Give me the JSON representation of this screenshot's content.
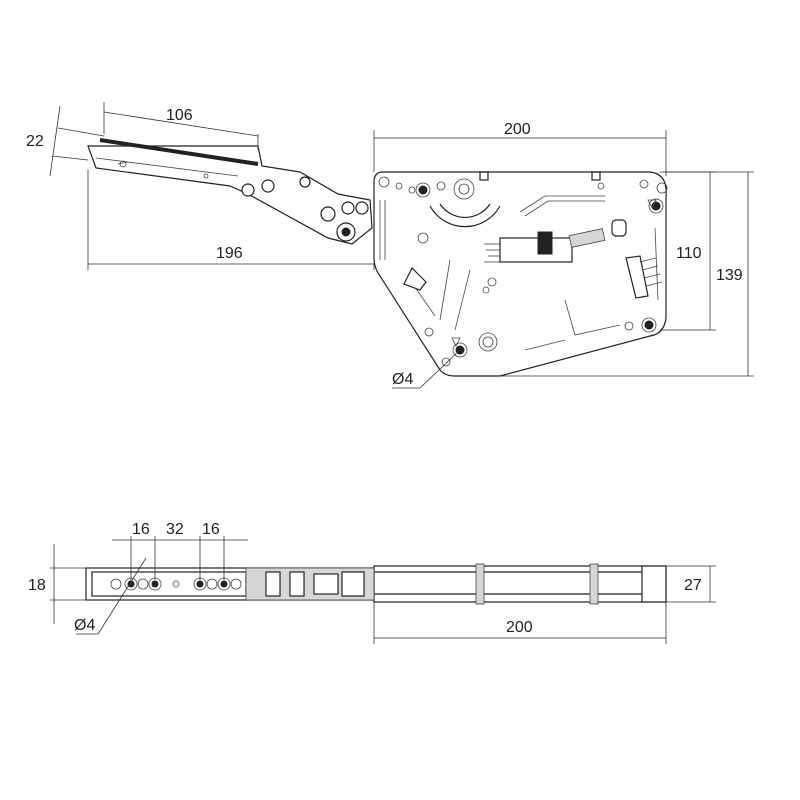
{
  "drawing": {
    "top_view": {
      "dim_arm_length": "106",
      "dim_arm_offset": "22",
      "dim_reach": "196",
      "dim_width": "200",
      "dim_height_inner": "110",
      "dim_height_outer": "139",
      "dim_hole": "Ø4"
    },
    "bottom_view": {
      "dim_spacing_left": "16",
      "dim_spacing_mid": "32",
      "dim_spacing_right": "16",
      "dim_arm_height": "18",
      "dim_body_height": "27",
      "dim_body_width": "200",
      "dim_hole": "Ø4"
    }
  }
}
